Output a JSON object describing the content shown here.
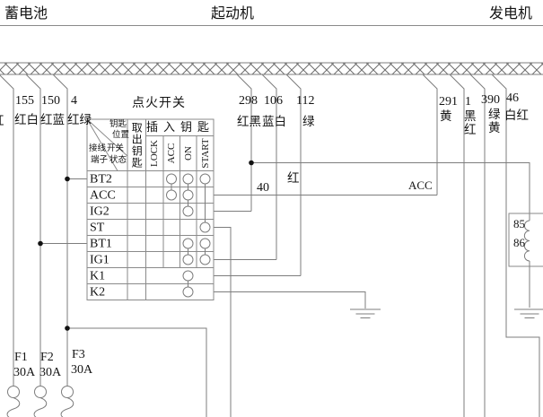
{
  "header": {
    "battery": "蓄电池",
    "starter": "起动机",
    "generator": "发电机"
  },
  "wire_labels": {
    "cut_left": "红",
    "w155_num": "155",
    "w155_color": "红白",
    "w150_num": "150",
    "w150_color": "红蓝",
    "w4_num": "4",
    "w4_color": "红绿",
    "w298_num": "298",
    "w298_color": "红黑",
    "w106_num": "106",
    "w106_color": "蓝白",
    "w112_num": "112",
    "w112_color": "绿",
    "w291_num": "291",
    "w291_color": "黄",
    "w1_num": "1",
    "w1_color_1": "黑",
    "w1_color_2": "红",
    "w390_num": "390",
    "w390_color_1": "绿",
    "w390_color_2": "黄",
    "w46_num": "46",
    "w46_color": "白红",
    "w40_num": "40",
    "w40_color": "红",
    "acc_tag": "ACC"
  },
  "ignition_switch": {
    "title": "点火开关",
    "corner": {
      "key_pos_1": "钥匙",
      "key_pos_2": "位置",
      "terminal_1": "接线",
      "terminal_2": "端子",
      "state_1": "开关",
      "state_2": "状态"
    },
    "remove_key": "取出钥匙",
    "insert_key": "插入钥匙",
    "positions": [
      "LOCK",
      "ACC",
      "ON",
      "START"
    ],
    "rows": [
      "BT2",
      "ACC",
      "IG2",
      "ST",
      "BT1",
      "IG1",
      "K1",
      "K2"
    ],
    "contacts": [
      {
        "row": "BT2",
        "closed": [
          "ACC",
          "ON",
          "START"
        ]
      },
      {
        "row": "ACC",
        "closed": [
          "ACC",
          "ON"
        ]
      },
      {
        "row": "IG2",
        "closed": [
          "ON"
        ]
      },
      {
        "row": "ST",
        "closed": [
          "START"
        ]
      },
      {
        "row": "BT1",
        "closed": [
          "ON",
          "START"
        ]
      },
      {
        "row": "IG1",
        "closed": [
          "ON",
          "START"
        ]
      },
      {
        "row": "K1",
        "closed": [
          "ON"
        ]
      },
      {
        "row": "K2",
        "closed": [
          "ON"
        ]
      }
    ],
    "links": [
      {
        "col": "ACC",
        "from": "BT2",
        "to": "ACC"
      },
      {
        "col": "ON",
        "from": "BT2",
        "to": "IG2"
      },
      {
        "col": "START",
        "from": "BT2",
        "to": "ST"
      },
      {
        "col": "ON",
        "from": "BT1",
        "to": "IG1"
      },
      {
        "col": "START",
        "from": "BT1",
        "to": "IG1"
      },
      {
        "col": "ON",
        "from": "K1",
        "to": "K2"
      }
    ]
  },
  "relay": {
    "terminal_85": "85",
    "terminal_86": "86"
  },
  "fuses": [
    {
      "name": "F1",
      "rating": "30A"
    },
    {
      "name": "F2",
      "rating": "30A"
    },
    {
      "name": "F3",
      "rating": "30A"
    }
  ],
  "colors": {
    "line": "#7d7d7d",
    "text": "#141414"
  }
}
